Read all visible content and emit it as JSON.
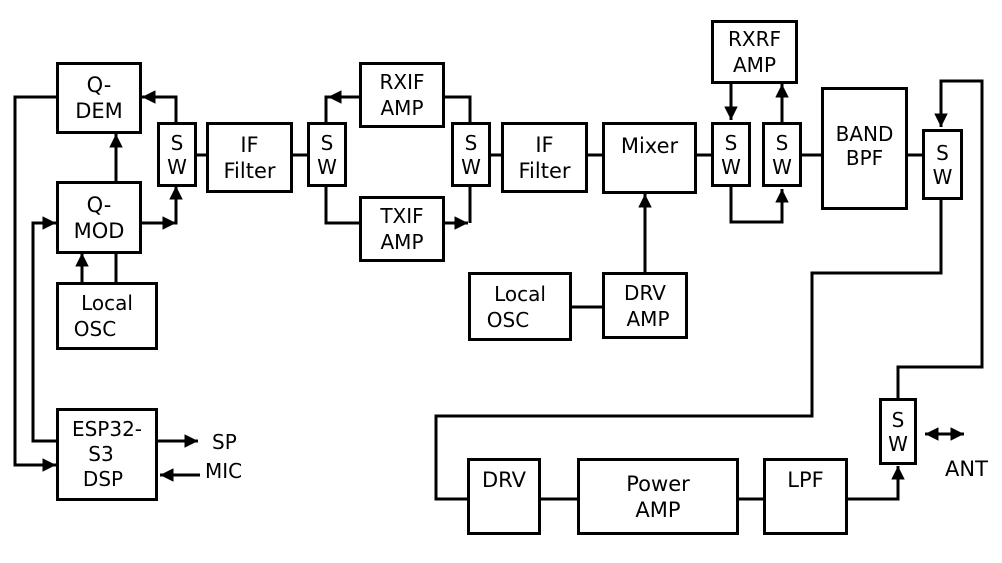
{
  "diagram": {
    "type": "transceiver block diagram",
    "line_color": "#000000",
    "background": "#ffffff",
    "blocks": {
      "qdem": [
        "Q-",
        "DEM"
      ],
      "qmod": [
        "Q-",
        "MOD"
      ],
      "local_osc_1": [
        "Local",
        "OSC"
      ],
      "esp32": [
        "ESP32-",
        "S3",
        "DSP"
      ],
      "sw1": [
        "S",
        "W"
      ],
      "if_filter_1": [
        "IF",
        "Filter"
      ],
      "sw2": [
        "S",
        "W"
      ],
      "rxif_amp": [
        "RXIF",
        "AMP"
      ],
      "txif_amp": [
        "TXIF",
        "AMP"
      ],
      "sw3": [
        "S",
        "W"
      ],
      "if_filter_2": [
        "IF",
        "Filter"
      ],
      "mixer": [
        "Mixer"
      ],
      "local_osc_2": [
        "Local",
        "OSC"
      ],
      "drv_amp": [
        "DRV",
        "AMP"
      ],
      "sw4": [
        "S",
        "W"
      ],
      "rxrf_amp": [
        "RXRF",
        "AMP"
      ],
      "sw5": [
        "S",
        "W"
      ],
      "band_bpf": [
        "BAND",
        "BPF"
      ],
      "sw6": [
        "S",
        "W"
      ],
      "drv": [
        "DRV"
      ],
      "power_amp": [
        "Power",
        "AMP"
      ],
      "lpf": [
        "LPF"
      ],
      "sw_ant": [
        "S",
        "W"
      ]
    },
    "labels": {
      "sp": "SP",
      "mic": "MIC",
      "ant": "ANT"
    },
    "connections": [
      {
        "from": "sw1",
        "to": "qdem",
        "arrow": true
      },
      {
        "from": "qmod",
        "to": "qdem",
        "arrow": true
      },
      {
        "from": "qmod",
        "to": "sw1",
        "arrow": true
      },
      {
        "from": "local_osc_1",
        "to": "qmod",
        "arrow": true
      },
      {
        "from": "esp32",
        "to": "qmod",
        "arrow": true
      },
      {
        "from": "qdem",
        "to": "esp32",
        "arrow": true
      },
      {
        "from": "esp32",
        "to": "SP",
        "arrow": true
      },
      {
        "from": "MIC",
        "to": "esp32",
        "arrow": true
      },
      {
        "from": "sw1",
        "to": "if_filter_1",
        "arrow": false
      },
      {
        "from": "if_filter_1",
        "to": "sw2",
        "arrow": false
      },
      {
        "from": "rxif_amp",
        "to": "sw2",
        "arrow": true
      },
      {
        "from": "sw2",
        "to": "txif_amp",
        "arrow": false
      },
      {
        "from": "txif_amp",
        "to": "sw3",
        "arrow": true
      },
      {
        "from": "sw3",
        "to": "rxif_amp",
        "arrow": false
      },
      {
        "from": "sw3",
        "to": "if_filter_2",
        "arrow": false
      },
      {
        "from": "if_filter_2",
        "to": "mixer",
        "arrow": false
      },
      {
        "from": "local_osc_2",
        "to": "drv_amp",
        "arrow": false
      },
      {
        "from": "drv_amp",
        "to": "mixer",
        "arrow": true
      },
      {
        "from": "mixer",
        "to": "sw4",
        "arrow": false
      },
      {
        "from": "rxrf_amp",
        "to": "sw4",
        "arrow": true
      },
      {
        "from": "sw5",
        "to": "rxrf_amp",
        "arrow": true
      },
      {
        "from": "sw4",
        "to": "sw5",
        "arrow": true
      },
      {
        "from": "sw5",
        "to": "band_bpf",
        "arrow": false
      },
      {
        "from": "band_bpf",
        "to": "sw6",
        "arrow": false
      },
      {
        "from": "sw_ant",
        "to": "sw6",
        "arrow": true
      },
      {
        "from": "sw6",
        "to": "drv",
        "arrow": false
      },
      {
        "from": "drv",
        "to": "power_amp",
        "arrow": false
      },
      {
        "from": "power_amp",
        "to": "lpf",
        "arrow": false
      },
      {
        "from": "lpf",
        "to": "sw_ant",
        "arrow": true
      },
      {
        "from": "sw_ant",
        "to": "ANT",
        "arrow": "both"
      }
    ]
  }
}
